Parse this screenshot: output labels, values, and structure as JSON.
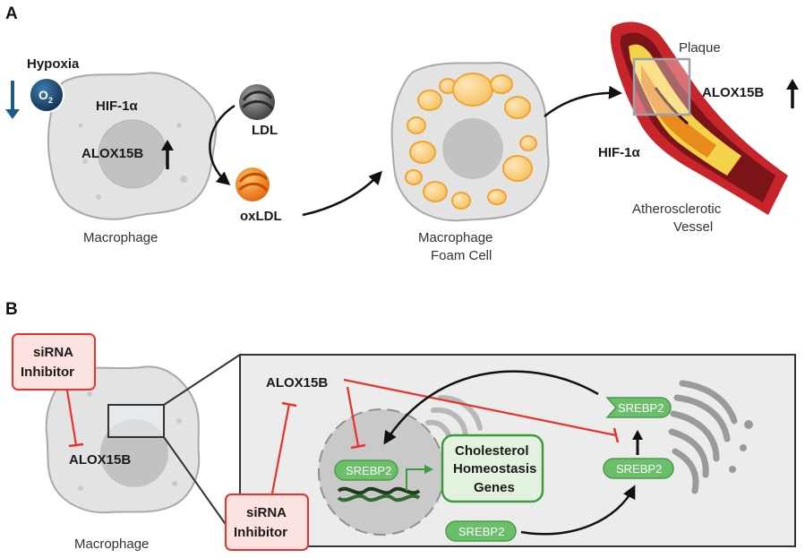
{
  "panel_a": {
    "letter": "A",
    "hypoxia_label": "Hypoxia",
    "o2_label": "O",
    "o2_subscript": "2",
    "hif_label_cell": "HIF-1α",
    "alox_label_cell": "ALOX15B",
    "macrophage_label": "Macrophage",
    "ldl_label": "LDL",
    "oxldl_label": "oxLDL",
    "foam_label_line1": "Macrophage",
    "foam_label_line2": "Foam Cell",
    "plaque_label": "Plaque",
    "alox_label_vessel": "ALOX15B",
    "hif_label_vessel": "HIF-1α",
    "vessel_label_line1": "Atherosclerotic",
    "vessel_label_line2": "Vessel"
  },
  "panel_b": {
    "letter": "B",
    "sirna_top_line1": "siRNA",
    "sirna_top_line2": "Inhibitor",
    "alox_label_cell": "ALOX15B",
    "macrophage_label": "Macrophage",
    "sirna_bottom_line1": "siRNA",
    "sirna_bottom_line2": "Inhibitor",
    "alox_label_zoom": "ALOX15B",
    "srebp2_nucleus": "SREBP2",
    "genes_line1": "Cholesterol",
    "genes_line2": "Homeostasis",
    "genes_line3": "Genes",
    "srebp2_golgi_top": "SREBP2",
    "srebp2_golgi_bottom": "SREBP2",
    "srebp2_er": "SREBP2"
  },
  "colors": {
    "inhibit": "#e8322c",
    "srebp_green": "#6cbf6a",
    "foam_droplet": "#f0a530",
    "o2_blue": "#1c4f7a",
    "panel_bg": "#ececec"
  }
}
